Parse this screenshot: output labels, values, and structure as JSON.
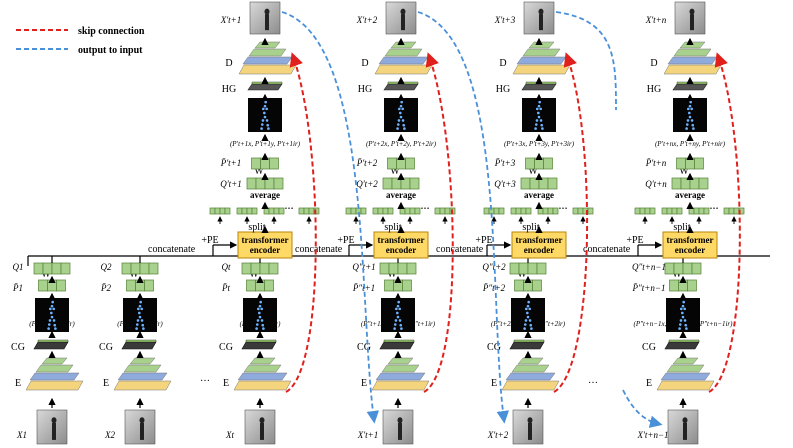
{
  "legend": {
    "skip": "skip connection",
    "output": "output to input",
    "skip_color": "#e0201c",
    "output_color": "#4a90d9"
  },
  "colors": {
    "green": "#a9d18e",
    "green_dark": "#548235",
    "blue_layer": "#8faadc",
    "yellow_layer": "#f4d47c",
    "transformer_fill": "#ffd966",
    "transformer_border": "#b8860b"
  },
  "labels": {
    "E": "E",
    "CG": "CG",
    "D": "D",
    "HG": "HG",
    "W": "W",
    "average": "average",
    "split": "split",
    "concatenate": "concatenate",
    "pe": "+PE",
    "transformer": "transformer",
    "encoder": "encoder",
    "dots": "…"
  },
  "encoder_cols": [
    {
      "input": "X1",
      "pose": "(P1x, P1y, P1ir)",
      "pbar": "P̄1",
      "q": "Q1"
    },
    {
      "input": "X2",
      "pose": "(P2x, P2y, P2ir)",
      "pbar": "P̄2",
      "q": "Q2"
    },
    {
      "input": "Xt",
      "pose": "(Ptx, Pty, Ptir)",
      "pbar": "P̄t",
      "q": "Qt"
    },
    {
      "input": "X′t+1",
      "pose": "(P″t+1x, P″t+1y, P″t+1ir)",
      "pbar": "P̄″t+1",
      "q": "Q″t+1"
    },
    {
      "input": "X′t+2",
      "pose": "(P″t+2x, P″t+2y, P″t+2ir)",
      "pbar": "P̄″t+2",
      "q": "Q″t+2"
    },
    {
      "input": "X′t+n−1",
      "pose": "(P″t+n−1x, P″t+n−1y, P″t+n−1ir)",
      "pbar": "P̄″t+n−1",
      "q": "Q″t+n−1"
    }
  ],
  "decoder_cols": [
    {
      "output": "X′t+1",
      "pose": "(P′t+1x, P′t+1y, P′t+1ir)",
      "p": "P̄′t+1",
      "q": "Q′t+1"
    },
    {
      "output": "X′t+2",
      "pose": "(P′t+2x, P′t+2y, P′t+2ir)",
      "p": "P̄′t+2",
      "q": "Q′t+2"
    },
    {
      "output": "X′t+3",
      "pose": "(P′t+3x, P′t+3y, P′t+3ir)",
      "p": "P̄′t+3",
      "q": "Q′t+3"
    },
    {
      "output": "X′t+n",
      "pose": "(P′t+nx, P′t+ny, P′t+nir)",
      "p": "P̄′t+n",
      "q": "Q′t+n"
    }
  ]
}
